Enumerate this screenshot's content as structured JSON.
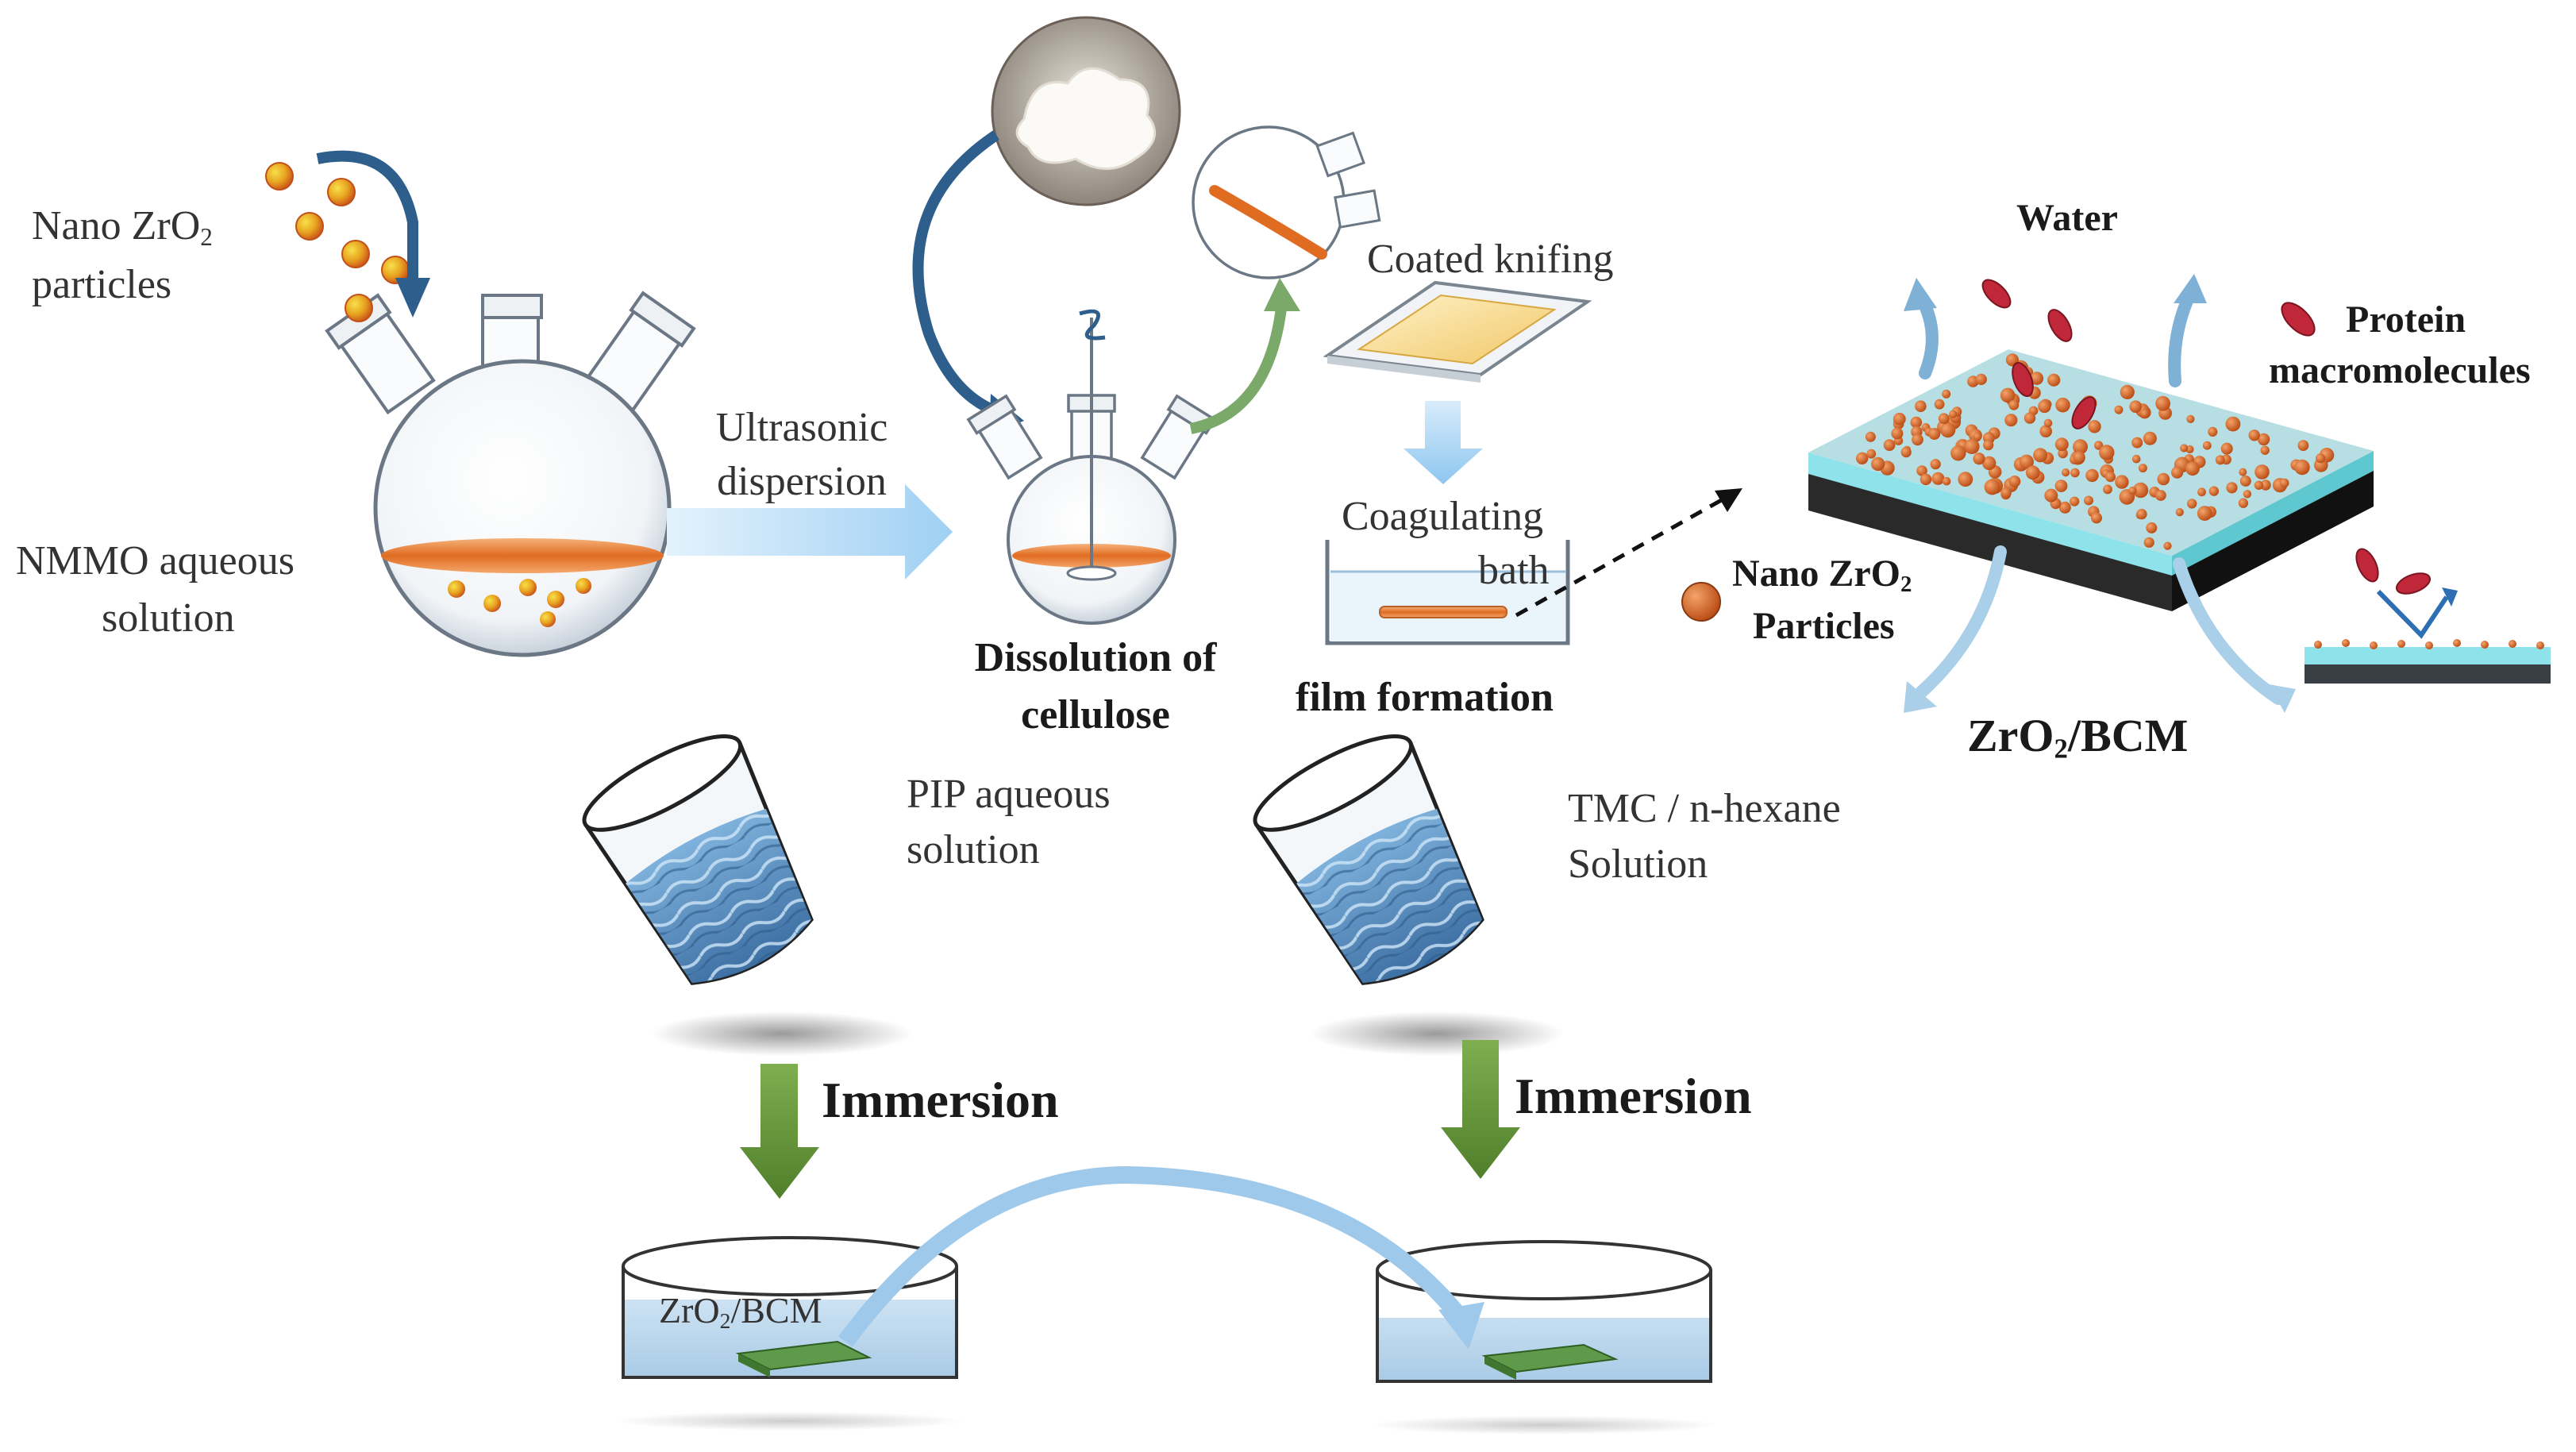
{
  "labels": {
    "nano_particles_1": "Nano ZrO",
    "nano_particles_sub": "2",
    "nano_particles_2": "particles",
    "nmmo_1": "NMMO aqueous",
    "nmmo_2": "solution",
    "ultrasonic_1": "Ultrasonic",
    "ultrasonic_2": "dispersion",
    "dissolution_1": "Dissolution of",
    "dissolution_2": "cellulose",
    "coated_knifing": "Coated knifing",
    "coagulating": "Coagulating",
    "bath": "bath",
    "film_formation": "film formation",
    "water": "Water",
    "protein_1": "Protein",
    "protein_2": "macromolecules",
    "legend_nano_1": "Nano ZrO",
    "legend_nano_sub": "2",
    "legend_nano_2": "Particles",
    "membrane_main": "ZrO",
    "membrane_sub": "2",
    "membrane_rest": "/BCM",
    "pip_1": "PIP aqueous",
    "pip_2": "solution",
    "tmc_1": "TMC / n-hexane",
    "tmc_2": "Solution",
    "immersion_left": "Immersion",
    "immersion_right": "Immersion",
    "dish_main": "ZrO",
    "dish_sub": "2",
    "dish_rest": "/BCM"
  },
  "colors": {
    "particle_orange": "#e8631b",
    "particle_yellow": "#f4c430",
    "flow_arrow_blue": "#a9d6f5",
    "curve_arrow_blue": "#2e5e8c",
    "curve_arrow_green": "#7aa96a",
    "immersion_green": "#5e8f3a",
    "membrane_cyan": "#8ee3ea",
    "membrane_dark": "#2a2a2a",
    "cellulose_layer": "#e88a3c",
    "liquid_blue": "#5a8fc0",
    "protein_red": "#c0283a"
  },
  "icons": [
    "three-neck-flask-icon",
    "cellulose-sample-icon",
    "coating-plate-icon",
    "coagulation-bath-icon",
    "membrane-block-icon",
    "pouring-beaker-icon",
    "petri-dish-icon"
  ]
}
